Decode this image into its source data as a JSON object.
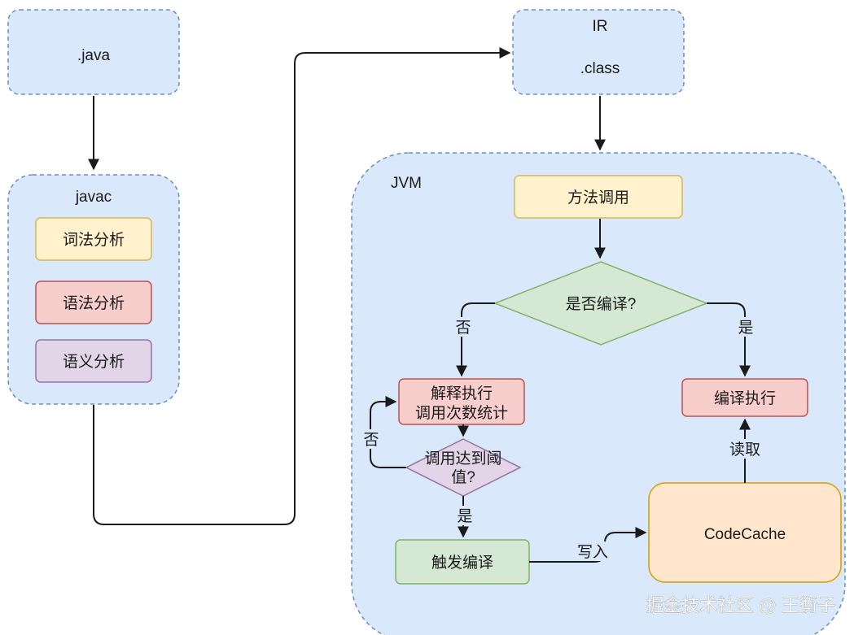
{
  "nodes": {
    "java_file": ".java",
    "ir_title": "IR",
    "class_file": ".class",
    "javac_title": "javac",
    "lexical": "词法分析",
    "syntax": "语法分析",
    "semantic": "语义分析",
    "jvm_title": "JVM",
    "method_call": "方法调用",
    "compiled_q": "是否编译?",
    "interpret_line1": "解释执行",
    "interpret_line2": "调用次数统计",
    "threshold_line1": "调用达到阈",
    "threshold_line2": "值?",
    "trigger_compile": "触发编译",
    "compile_exec": "编译执行",
    "codecache": "CodeCache"
  },
  "edge_labels": {
    "no_left": "否",
    "yes_right": "是",
    "no_loop": "否",
    "yes_down": "是",
    "write": "写入",
    "read": "读取"
  },
  "watermark": "掘金技术社区 @ 王衡子",
  "colors": {
    "blue_fill": "#dae8fc",
    "blue_stroke": "#6c8ebf",
    "yellow_fill": "#fff2cc",
    "yellow_stroke": "#d6b656",
    "red_fill": "#f8cecc",
    "red_stroke": "#b85450",
    "purple_fill": "#e1d5e7",
    "purple_stroke": "#9673a6",
    "green_fill": "#d5e8d4",
    "green_stroke": "#82b366",
    "orange_fill": "#ffe6cc",
    "orange_stroke": "#d79b00"
  }
}
